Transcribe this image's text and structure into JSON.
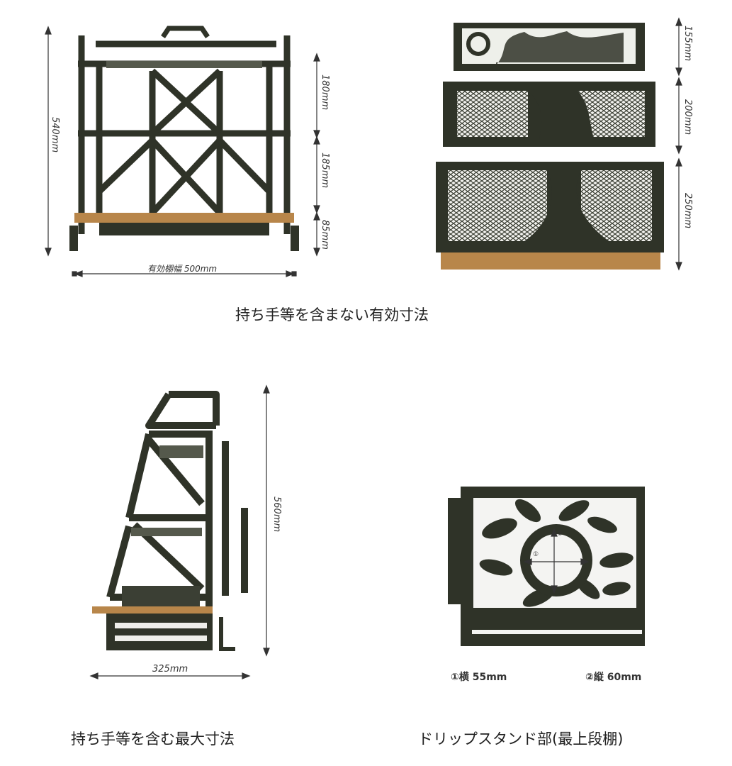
{
  "panel_front": {
    "height_label": "540mm",
    "shelf_gap_top": "180mm",
    "shelf_gap_mid": "185mm",
    "shelf_gap_bottom": "85mm",
    "width_label": "有効棚幅 500mm"
  },
  "panel_shelves": {
    "top_label": "155mm",
    "middle_label": "200mm",
    "bottom_label": "250mm"
  },
  "caption_effective": "持ち手等を含まない有効寸法",
  "panel_side": {
    "height_label": "560mm",
    "depth_label": "325mm"
  },
  "panel_detail": {
    "marker_1": "①",
    "marker_2": "②",
    "note_width": "①横 55mm",
    "note_height": "②縦 60mm"
  },
  "caption_max": "持ち手等を含む最大寸法",
  "caption_drip": "ドリップスタンド部(最上段棚)",
  "colors": {
    "steel": "#2f3328",
    "wood": "#b8864a",
    "dimension_line": "#333333"
  }
}
